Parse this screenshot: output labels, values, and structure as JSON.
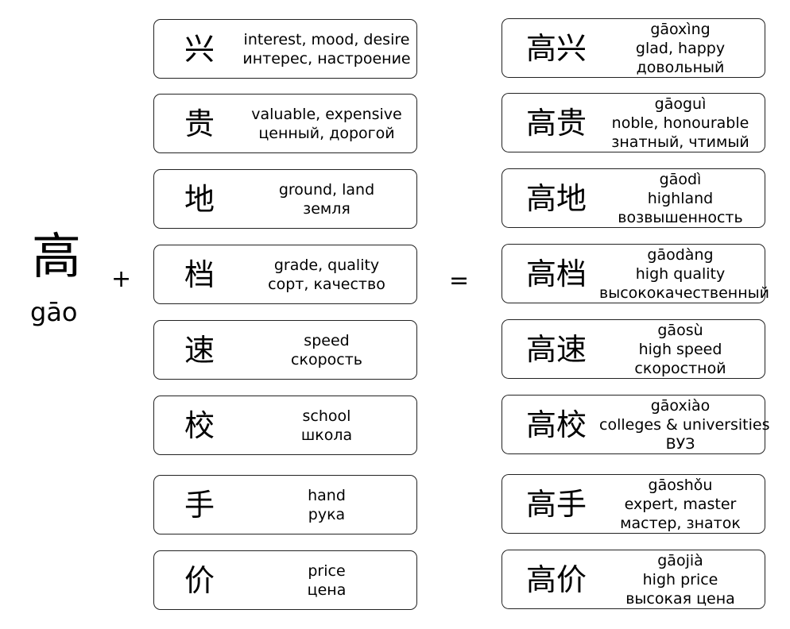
{
  "root": {
    "char": "高",
    "pinyin": "gāo"
  },
  "operators": {
    "plus": "+",
    "equals": "="
  },
  "components": [
    {
      "char": "兴",
      "en": "interest, mood, desire",
      "ru": "интерес, настроение"
    },
    {
      "char": "贵",
      "en": "valuable, expensive",
      "ru": "ценный, дорогой"
    },
    {
      "char": "地",
      "en": "ground, land",
      "ru": "земля"
    },
    {
      "char": "档",
      "en": "grade, quality",
      "ru": "сорт, качество"
    },
    {
      "char": "速",
      "en": "speed",
      "ru": "скорость"
    },
    {
      "char": "校",
      "en": "school",
      "ru": "школа"
    },
    {
      "char": "手",
      "en": "hand",
      "ru": "рука"
    },
    {
      "char": "价",
      "en": "price",
      "ru": "цена"
    }
  ],
  "words": [
    {
      "chars": "高兴",
      "pinyin": "gāoxìng",
      "en": "glad, happy",
      "ru": "довольный"
    },
    {
      "chars": "高贵",
      "pinyin": "gāoguì",
      "en": "noble, honourable",
      "ru": "знатный, чтимый"
    },
    {
      "chars": "高地",
      "pinyin": "gāodì",
      "en": "highland",
      "ru": "возвышенность"
    },
    {
      "chars": "高档",
      "pinyin": "gāodàng",
      "en": "high quality",
      "ru": "высококачественный"
    },
    {
      "chars": "高速",
      "pinyin": "gāosù",
      "en": "high speed",
      "ru": "скоростной"
    },
    {
      "chars": "高校",
      "pinyin": "gāoxiào",
      "en": "colleges & universities",
      "ru": "ВУЗ"
    },
    {
      "chars": "高手",
      "pinyin": "gāoshǒu",
      "en": "expert, master",
      "ru": "мастер, знаток"
    },
    {
      "chars": "高价",
      "pinyin": "gāojià",
      "en": "high price",
      "ru": "высокая цена"
    }
  ]
}
